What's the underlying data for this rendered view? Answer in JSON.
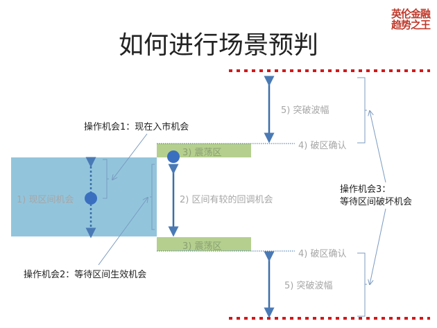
{
  "title": "如何进行场景预判",
  "logo": {
    "line1": "英伦金融",
    "line2": "趋势之王"
  },
  "labels": {
    "current_range": "1) 现区间机会",
    "pullback": "2) 区间有较的回调机会",
    "oscillation_top": "3) 震荡区",
    "oscillation_bottom": "3) 震荡区",
    "break_confirm_top": "4) 破区确认",
    "break_confirm_bottom": "4) 破区确认",
    "breakout_top": "5) 突破波幅",
    "breakout_bottom": "5) 突破波幅"
  },
  "opportunities": {
    "op1": "操作机会1：现在入市机会",
    "op2": "操作机会2：等待区间生效机会",
    "op3_line1": "操作机会3：",
    "op3_line2": "等待区间破坏机会"
  },
  "colors": {
    "range": "#92c5dc",
    "band": "#b5cf8f",
    "arrow": "#4a7ab5",
    "dash": "#d0191b"
  }
}
